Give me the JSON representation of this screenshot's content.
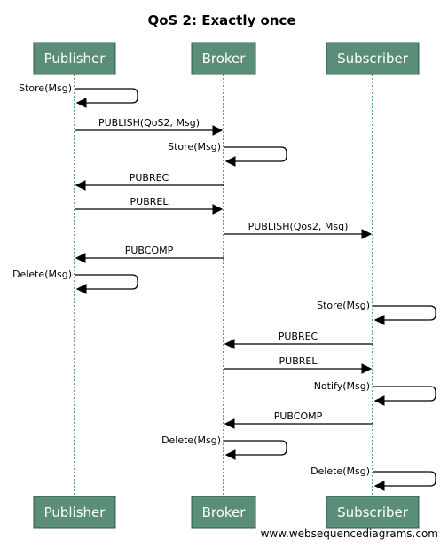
{
  "title": "QoS 2: Exactly once",
  "colors": {
    "actor_fill": "#5a8e78",
    "actor_text": "#ffffff",
    "lifeline": "#5f9e8a",
    "arrow": "#000000"
  },
  "actors": [
    {
      "id": "publisher",
      "label": "Publisher"
    },
    {
      "id": "broker",
      "label": "Broker"
    },
    {
      "id": "subscriber",
      "label": "Subscriber"
    }
  ],
  "messages": [
    {
      "from": "publisher",
      "to": "publisher",
      "label": "Store(Msg)"
    },
    {
      "from": "publisher",
      "to": "broker",
      "label": "PUBLISH(QoS2, Msg)"
    },
    {
      "from": "broker",
      "to": "broker",
      "label": "Store(Msg)"
    },
    {
      "from": "broker",
      "to": "publisher",
      "label": "PUBREC"
    },
    {
      "from": "publisher",
      "to": "broker",
      "label": "PUBREL"
    },
    {
      "from": "broker",
      "to": "subscriber",
      "label": "PUBLISH(Qos2, Msg)"
    },
    {
      "from": "broker",
      "to": "publisher",
      "label": "PUBCOMP"
    },
    {
      "from": "publisher",
      "to": "publisher",
      "label": "Delete(Msg)"
    },
    {
      "from": "subscriber",
      "to": "subscriber",
      "label": "Store(Msg)"
    },
    {
      "from": "subscriber",
      "to": "broker",
      "label": "PUBREC"
    },
    {
      "from": "broker",
      "to": "subscriber",
      "label": "PUBREL"
    },
    {
      "from": "subscriber",
      "to": "subscriber",
      "label": "Notify(Msg)"
    },
    {
      "from": "subscriber",
      "to": "broker",
      "label": "PUBCOMP"
    },
    {
      "from": "broker",
      "to": "broker",
      "label": "Delete(Msg)"
    },
    {
      "from": "subscriber",
      "to": "subscriber",
      "label": "Delete(Msg)"
    }
  ],
  "footer": "www.websequencediagrams.com"
}
